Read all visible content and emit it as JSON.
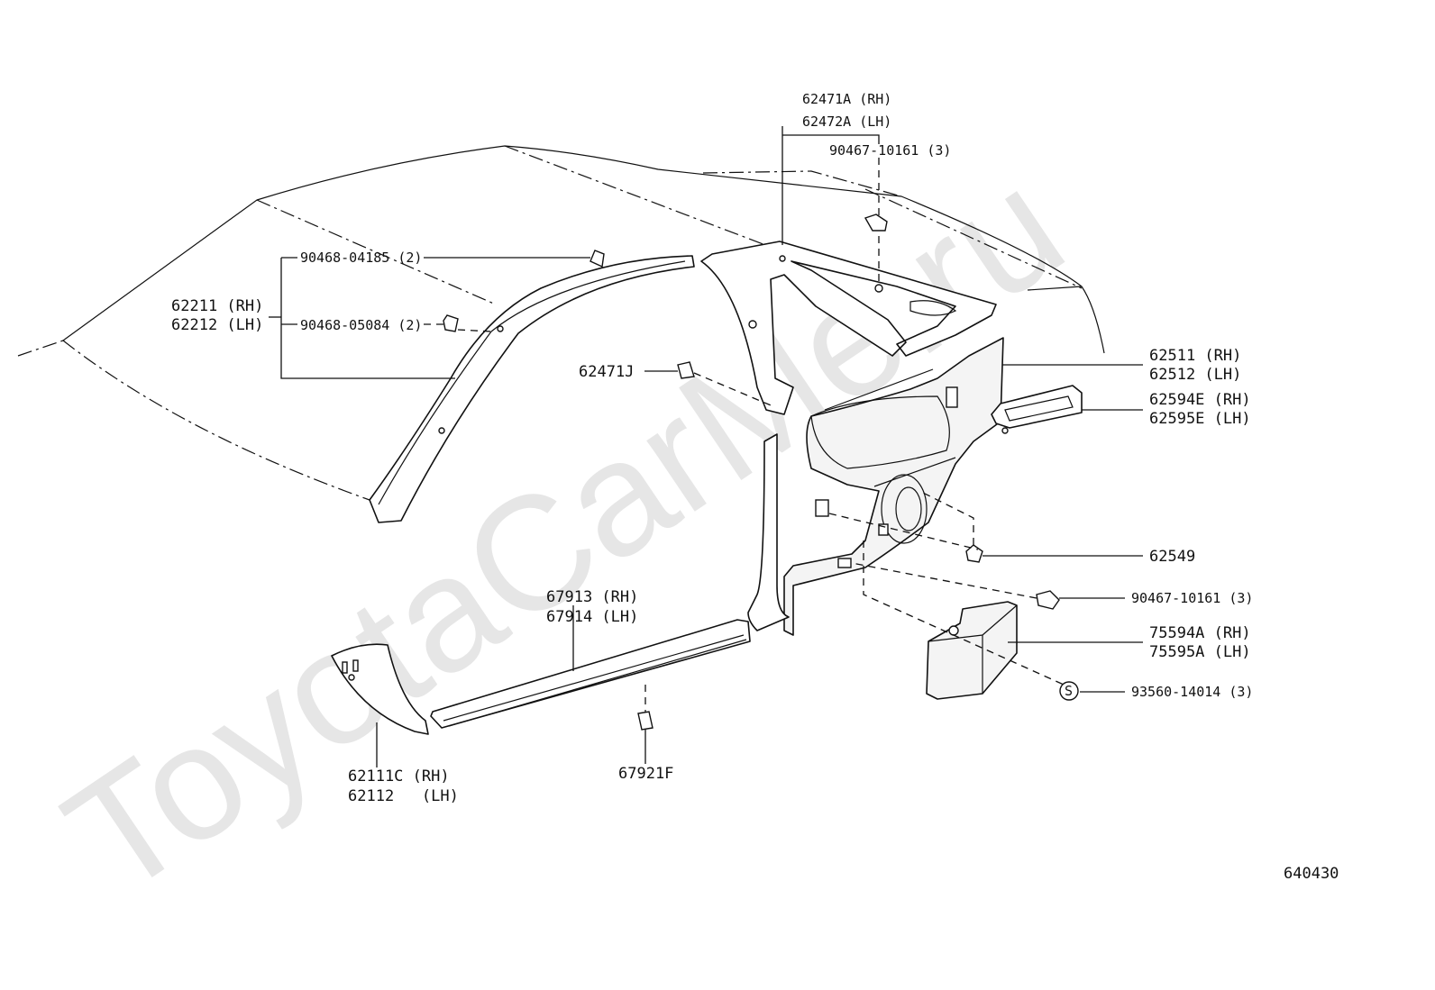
{
  "watermark": "ToyotaCarMe.ru",
  "diagram_code": "640430",
  "callouts": {
    "p62471A": "62471A (RH)",
    "p62472A": "62472A (LH)",
    "p90467_top": "90467-10161 (3)",
    "p90468_04185": "90468-04185 (2)",
    "p62211": "62211 (RH)",
    "p62212": "62212 (LH)",
    "p90468_05084": "90468-05084 (2)",
    "p62471J": "62471J",
    "p62511": "62511 (RH)",
    "p62512": "62512 (LH)",
    "p62594E": "62594E (RH)",
    "p62595E": "62595E (LH)",
    "p62549": "62549",
    "p90467_right": "90467-10161 (3)",
    "p75594A": "75594A (RH)",
    "p75595A": "75595A (LH)",
    "p93560": "93560-14014 (3)",
    "s_symbol": "S",
    "p67913": "67913 (RH)",
    "p67914": "67914 (LH)",
    "p67921F": "67921F",
    "p62111C": "62111C (RH)",
    "p62112": "62112   (LH)"
  }
}
